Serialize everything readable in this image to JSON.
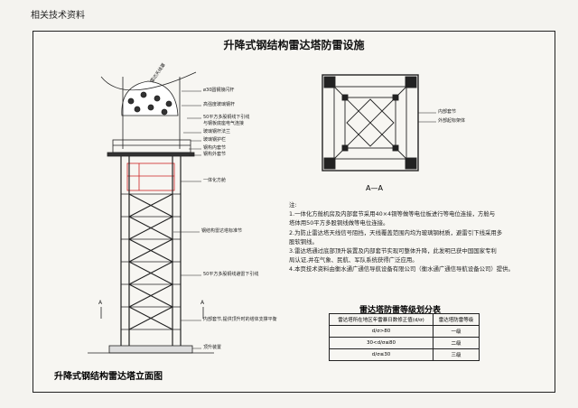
{
  "header": {
    "text": "相关技术资料"
  },
  "title": "升降式钢结构雷达塔防雷设施",
  "elevation": {
    "caption": "升降式钢结构雷达塔立面图",
    "radome_label": "雷达天线罩",
    "labels": {
      "rod": "ø30圆钢接闪杆",
      "fgrp": "高强度玻璃钢杆",
      "cable1": "50平方多股铜线下引线",
      "cable2": "与钢板底座电气连接",
      "flange": "玻璃钢杆法兰",
      "rail": "玻璃钢护栏",
      "inner": "钢构内套节",
      "outer": "钢构外套节",
      "room": "一体化方舱",
      "equip": "钢结构雷达塔标准节",
      "cable3": "50平方多股铜线避雷下引线",
      "connect1": "内部套节,提供顶升时的塔体支撑平衡",
      "jack": "顶升装置"
    },
    "section_mark": "A"
  },
  "plan": {
    "label_inner": "内部套节",
    "label_outer": "外部起标架体",
    "caption": "A—A"
  },
  "notes": {
    "head": "注:",
    "lines": [
      "1.一体化方舱机房及内部套节采用40×4铜等做等电位板进行等电位连接，方舱与",
      "    塔体用50平方多股铜线做等电位连接。",
      "2.为防止雷达塔天线信号阻挡，天线覆盖范围内均为玻璃钢材质，避雷引下线采用多",
      "    股软铜线。",
      "3.雷达塔通过底部顶升装置及内部套节实现可整体升降，此发明已获中国国家专利",
      "    局认证,并在气象、民航、军队系统获得广泛应用。",
      "4.本页技术资料由衡水通广通信导航设备有限公司（衡水通广通信导航设备公司）提供。"
    ]
  },
  "table": {
    "title": "雷达塔防雷等级划分表",
    "headers": [
      "雷达塔所在地区年雷暴日数修正值(d/σ)",
      "雷达塔防雷等级"
    ],
    "rows": [
      [
        "d/σ>80",
        "一级"
      ],
      [
        "30<d/σ≤80",
        "二级"
      ],
      [
        "d/σ≤30",
        "三级"
      ]
    ]
  }
}
